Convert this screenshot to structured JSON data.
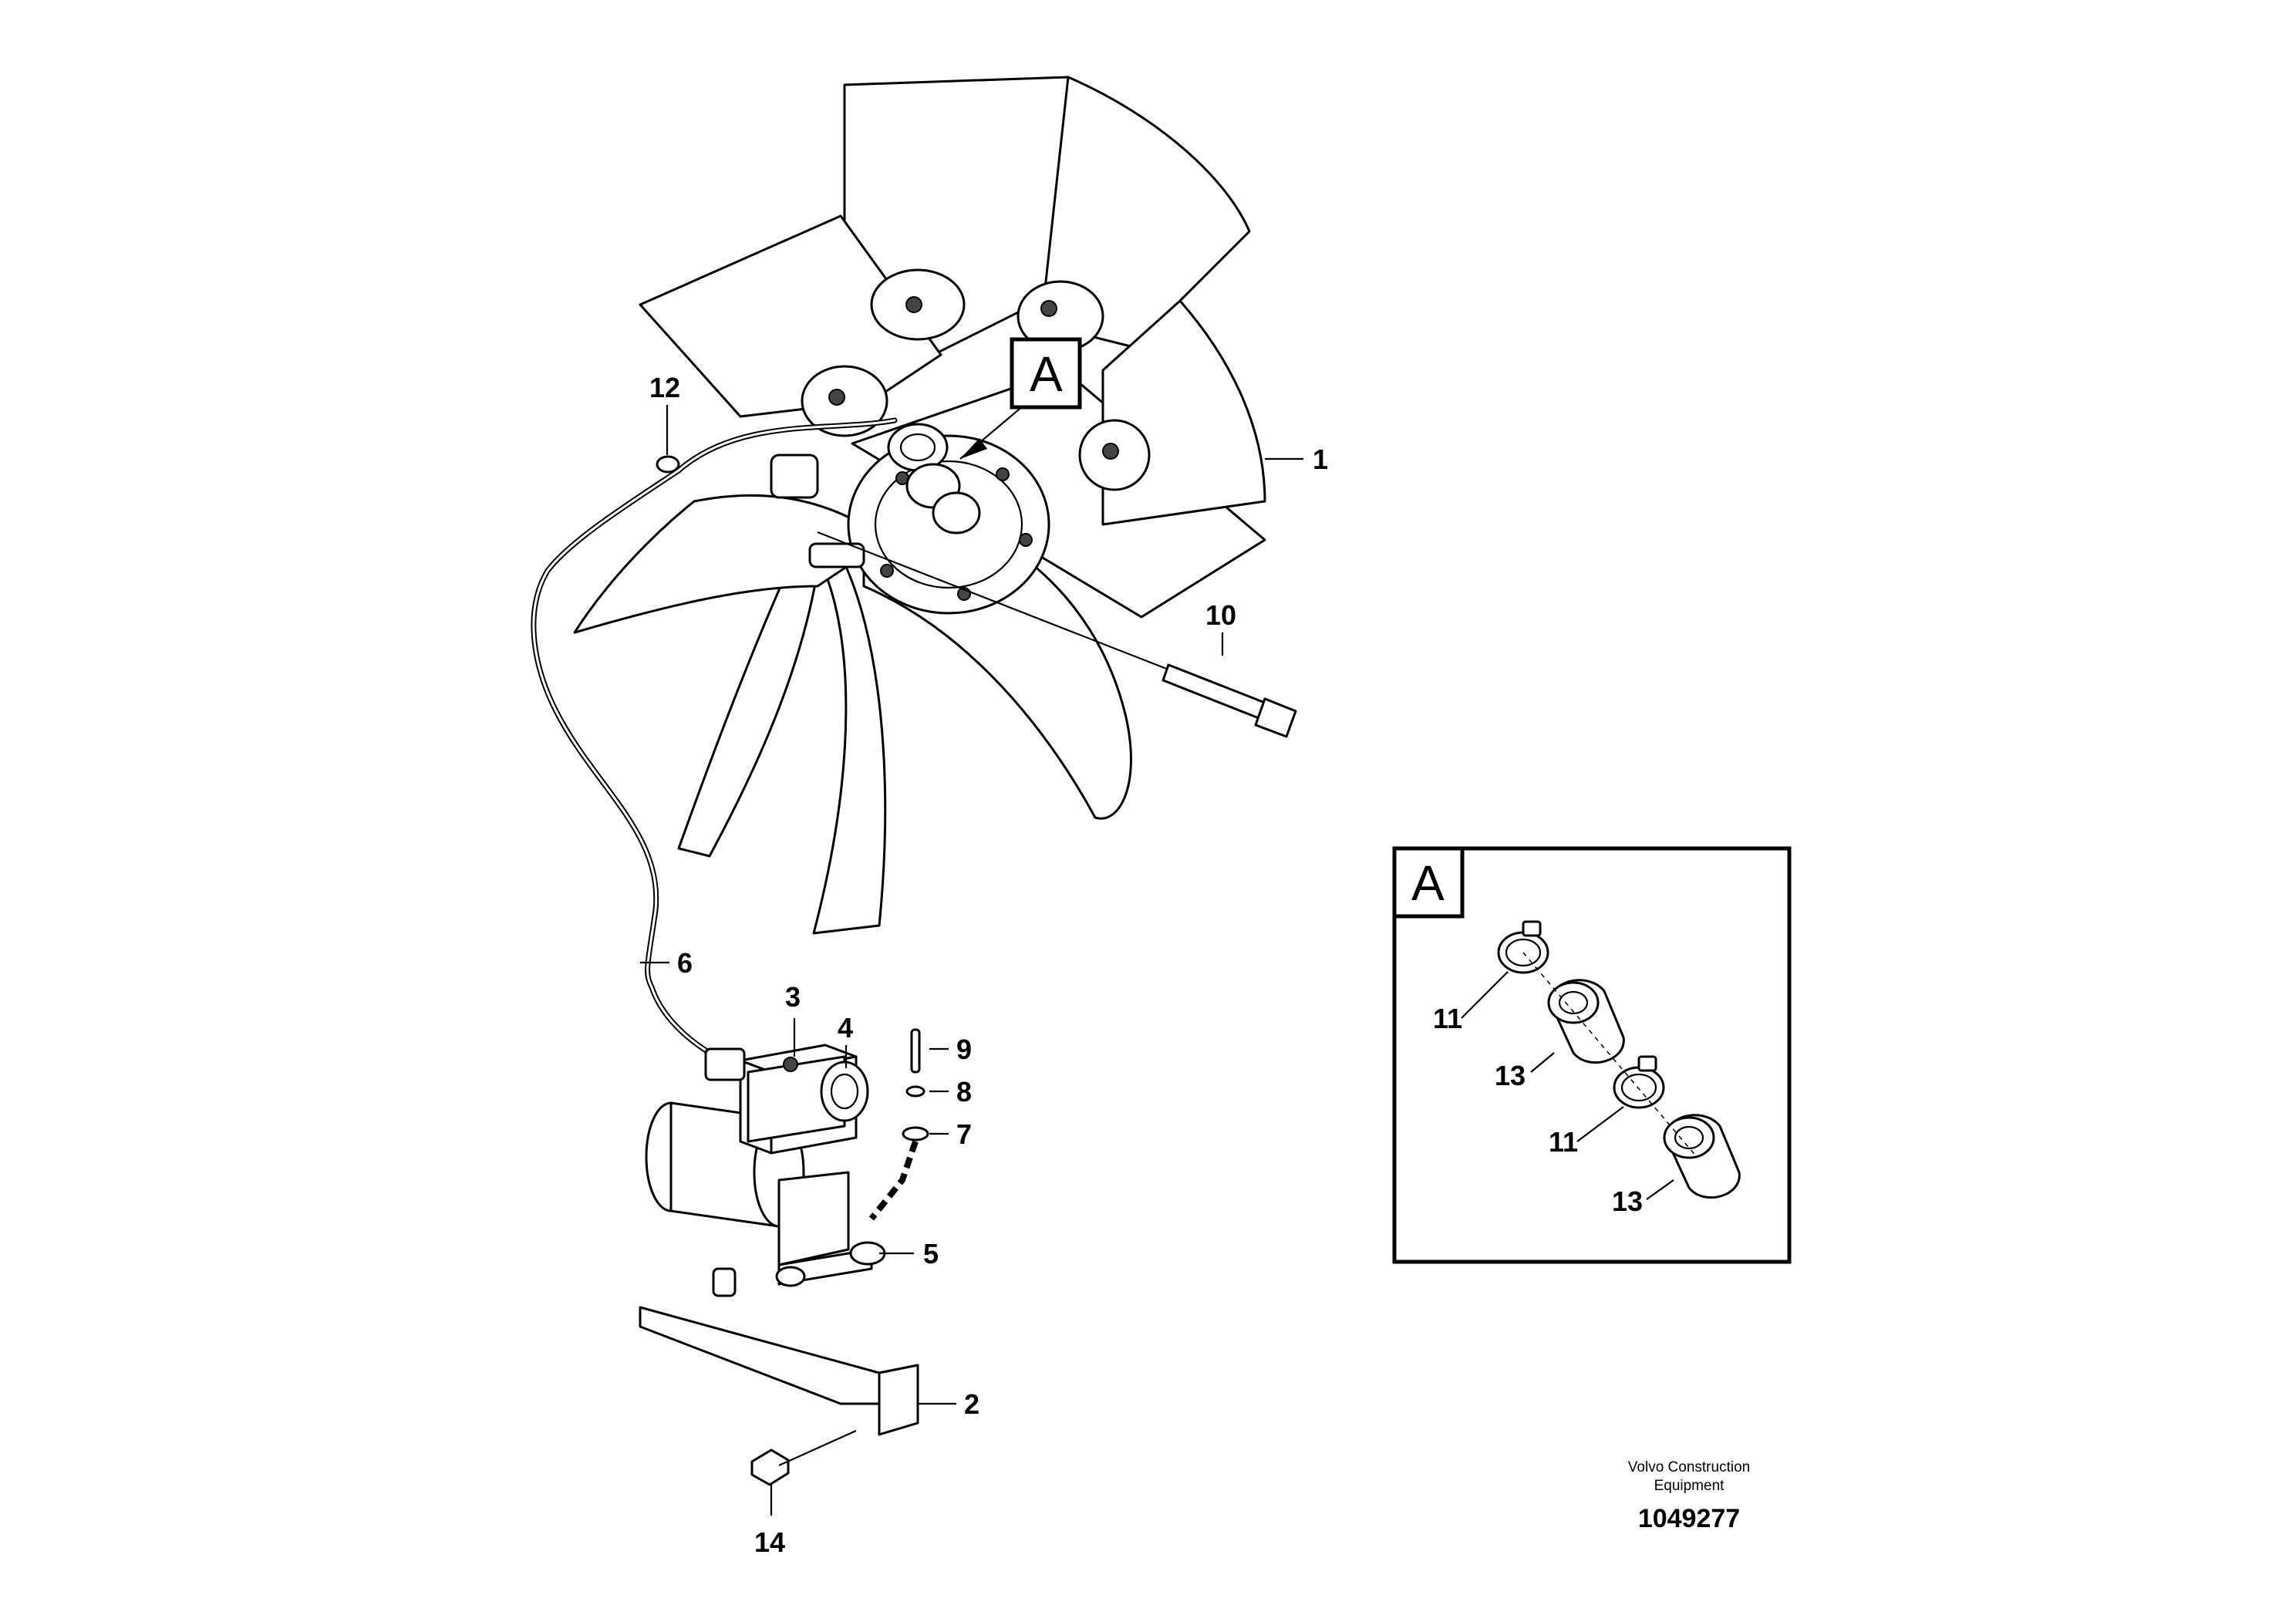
{
  "callouts": [
    {
      "id": "1",
      "text": "1"
    },
    {
      "id": "2",
      "text": "2"
    },
    {
      "id": "3",
      "text": "3"
    },
    {
      "id": "4",
      "text": "4"
    },
    {
      "id": "5",
      "text": "5"
    },
    {
      "id": "6",
      "text": "6"
    },
    {
      "id": "7",
      "text": "7"
    },
    {
      "id": "8",
      "text": "8"
    },
    {
      "id": "9",
      "text": "9"
    },
    {
      "id": "10",
      "text": "10"
    },
    {
      "id": "12",
      "text": "12"
    },
    {
      "id": "14",
      "text": "14"
    }
  ],
  "detail_reference": {
    "letter": "A"
  },
  "detail_view": {
    "letter": "A",
    "callouts": [
      "11",
      "13",
      "11",
      "13"
    ]
  },
  "footer": {
    "brand_line1": "Volvo Construction",
    "brand_line2": "Equipment",
    "document_number": "1049277"
  }
}
